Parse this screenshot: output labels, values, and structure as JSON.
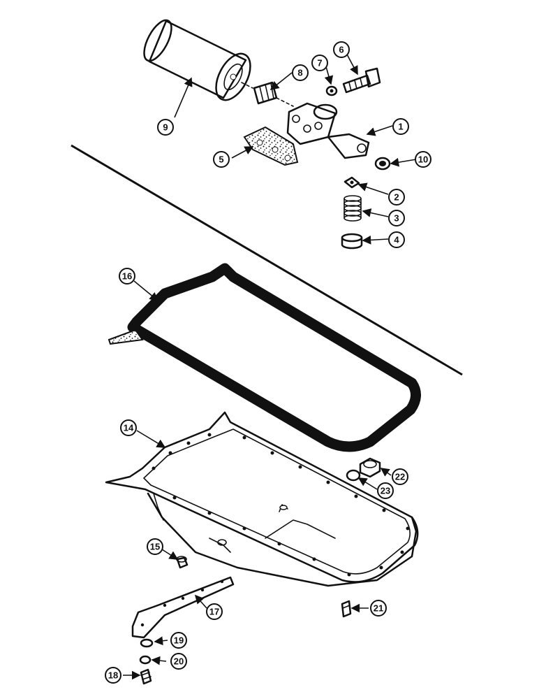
{
  "diagram": {
    "callouts": [
      {
        "id": "c1",
        "label": "1"
      },
      {
        "id": "c2",
        "label": "2"
      },
      {
        "id": "c3",
        "label": "3"
      },
      {
        "id": "c4",
        "label": "4"
      },
      {
        "id": "c5",
        "label": "5"
      },
      {
        "id": "c6",
        "label": "6"
      },
      {
        "id": "c7",
        "label": "7"
      },
      {
        "id": "c8",
        "label": "8"
      },
      {
        "id": "c9",
        "label": "9"
      },
      {
        "id": "c10",
        "label": "10"
      },
      {
        "id": "c14",
        "label": "14"
      },
      {
        "id": "c15",
        "label": "15"
      },
      {
        "id": "c16",
        "label": "16"
      },
      {
        "id": "c17",
        "label": "17"
      },
      {
        "id": "c18",
        "label": "18"
      },
      {
        "id": "c19",
        "label": "19"
      },
      {
        "id": "c20",
        "label": "20"
      },
      {
        "id": "c21",
        "label": "21"
      },
      {
        "id": "c22",
        "label": "22"
      },
      {
        "id": "c23",
        "label": "23"
      }
    ]
  }
}
